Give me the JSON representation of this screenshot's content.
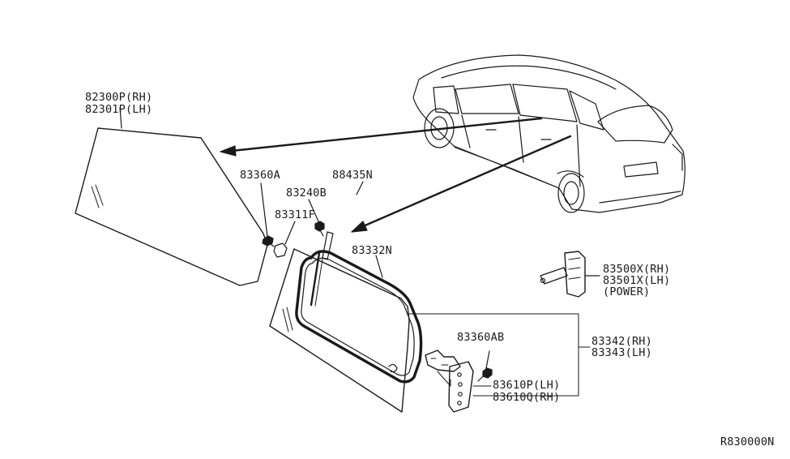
{
  "diagram": {
    "reference_code": "R830000N",
    "labels": {
      "p82300p": "82300P(RH)",
      "p82301p": "82301P(LH)",
      "p83360a": "83360A",
      "p88435n": "88435N",
      "p83240b": "83240B",
      "p83311f": "83311F",
      "p83332n": "83332N",
      "p83500x": "83500X(RH)",
      "p83501x": "83501X(LH)",
      "power_note": "(POWER)",
      "p83360ab": "83360AB",
      "p83342": "83342(RH)",
      "p83343": "83343(LH)",
      "p83610p": "83610P(LH)",
      "p83610q": "83610Q(RH)"
    }
  }
}
